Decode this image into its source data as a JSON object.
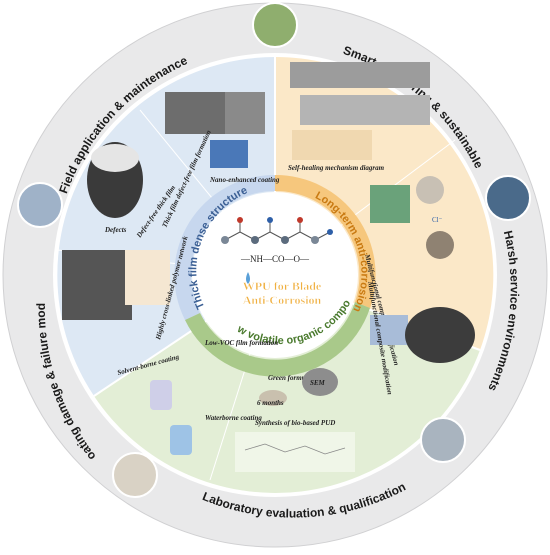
{
  "outer_ring": {
    "top_left": "Field application & maintenance",
    "top_right": "Smart monitoring & sustainable",
    "right": "Harsh service environments",
    "bottom": "Laboratory evaluation & qualification",
    "left": "Coating damage & failure modes"
  },
  "bands": {
    "left": "Thick film dense structure",
    "right": "Long-term anti-corrosion",
    "bottom": "Low volatile organic compound"
  },
  "center": {
    "formula": "—NH—CO—O—",
    "title_line1": "WPU for Blade",
    "title_line2": "Anti-Corrosion"
  },
  "sectors": {
    "thick_film": {
      "defects": "Defects",
      "defect_free": "Defect-free thick film",
      "thick_film_formation": "Thick film defect-free film formation",
      "nano_enhanced": "Nano-enhanced coating",
      "cross_linked": "Highly cross-linked polymer network"
    },
    "anti_corrosion": {
      "self_healing": "Self-healing mechanism diagram",
      "multifunctional": "Multifunctional composite modification",
      "multifunctional_2": "Multifunctional composite modification",
      "cl_ion": "Cl⁻"
    },
    "low_voc": {
      "low_voc_formation": "Low-VOC film formation",
      "solvent_borne": "Solvent-borne coating",
      "waterborne": "Waterborne coating",
      "green_formula": "Green formula",
      "months": "6 months",
      "sem": "SEM",
      "bio_based": "Synthesis of bio-based PUD"
    }
  },
  "colors": {
    "ring": "#e9e9ea",
    "blue_sector": "#dde8f4",
    "orange_sector": "#fbe8c8",
    "green_sector": "#e3eed6",
    "blue_band": "#c7d7ee",
    "orange_band": "#f6c77d",
    "green_band": "#a9c98a"
  }
}
